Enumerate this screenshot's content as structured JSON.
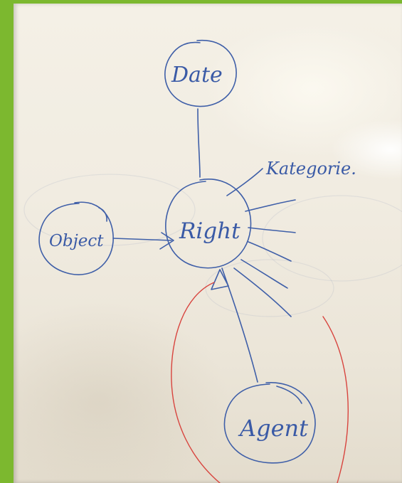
{
  "nodes": {
    "date": "Date",
    "right": "Right",
    "object": "Object",
    "agent": "Agent"
  },
  "labels": {
    "category": "Kategorie."
  },
  "colors": {
    "frame_green": "#7cb82f",
    "marker_blue": "#3f5fa8",
    "marker_red": "#d8443e"
  }
}
